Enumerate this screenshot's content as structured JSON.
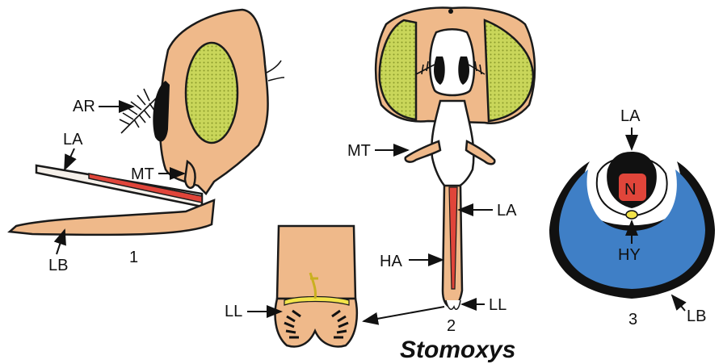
{
  "title": "Stomoxys",
  "figures": {
    "fig1": {
      "number": "1",
      "labels": {
        "AR": "AR",
        "LA": "LA",
        "MT": "MT",
        "LB": "LB"
      }
    },
    "fig2": {
      "number": "2",
      "labels": {
        "MT": "MT",
        "LA": "LA",
        "HA": "HA",
        "LL": "LL"
      }
    },
    "fig2_detail": {
      "labels": {
        "LL": "LL"
      }
    },
    "fig3": {
      "number": "3",
      "labels": {
        "LA": "LA",
        "N": "N",
        "HY": "HY",
        "LB": "LB"
      }
    }
  },
  "colors": {
    "head": "#efb98a",
    "eye": "#c9d65a",
    "red": "#e0453a",
    "blue": "#3f7fc6",
    "black": "#111111",
    "yellow": "#f2e34a"
  }
}
